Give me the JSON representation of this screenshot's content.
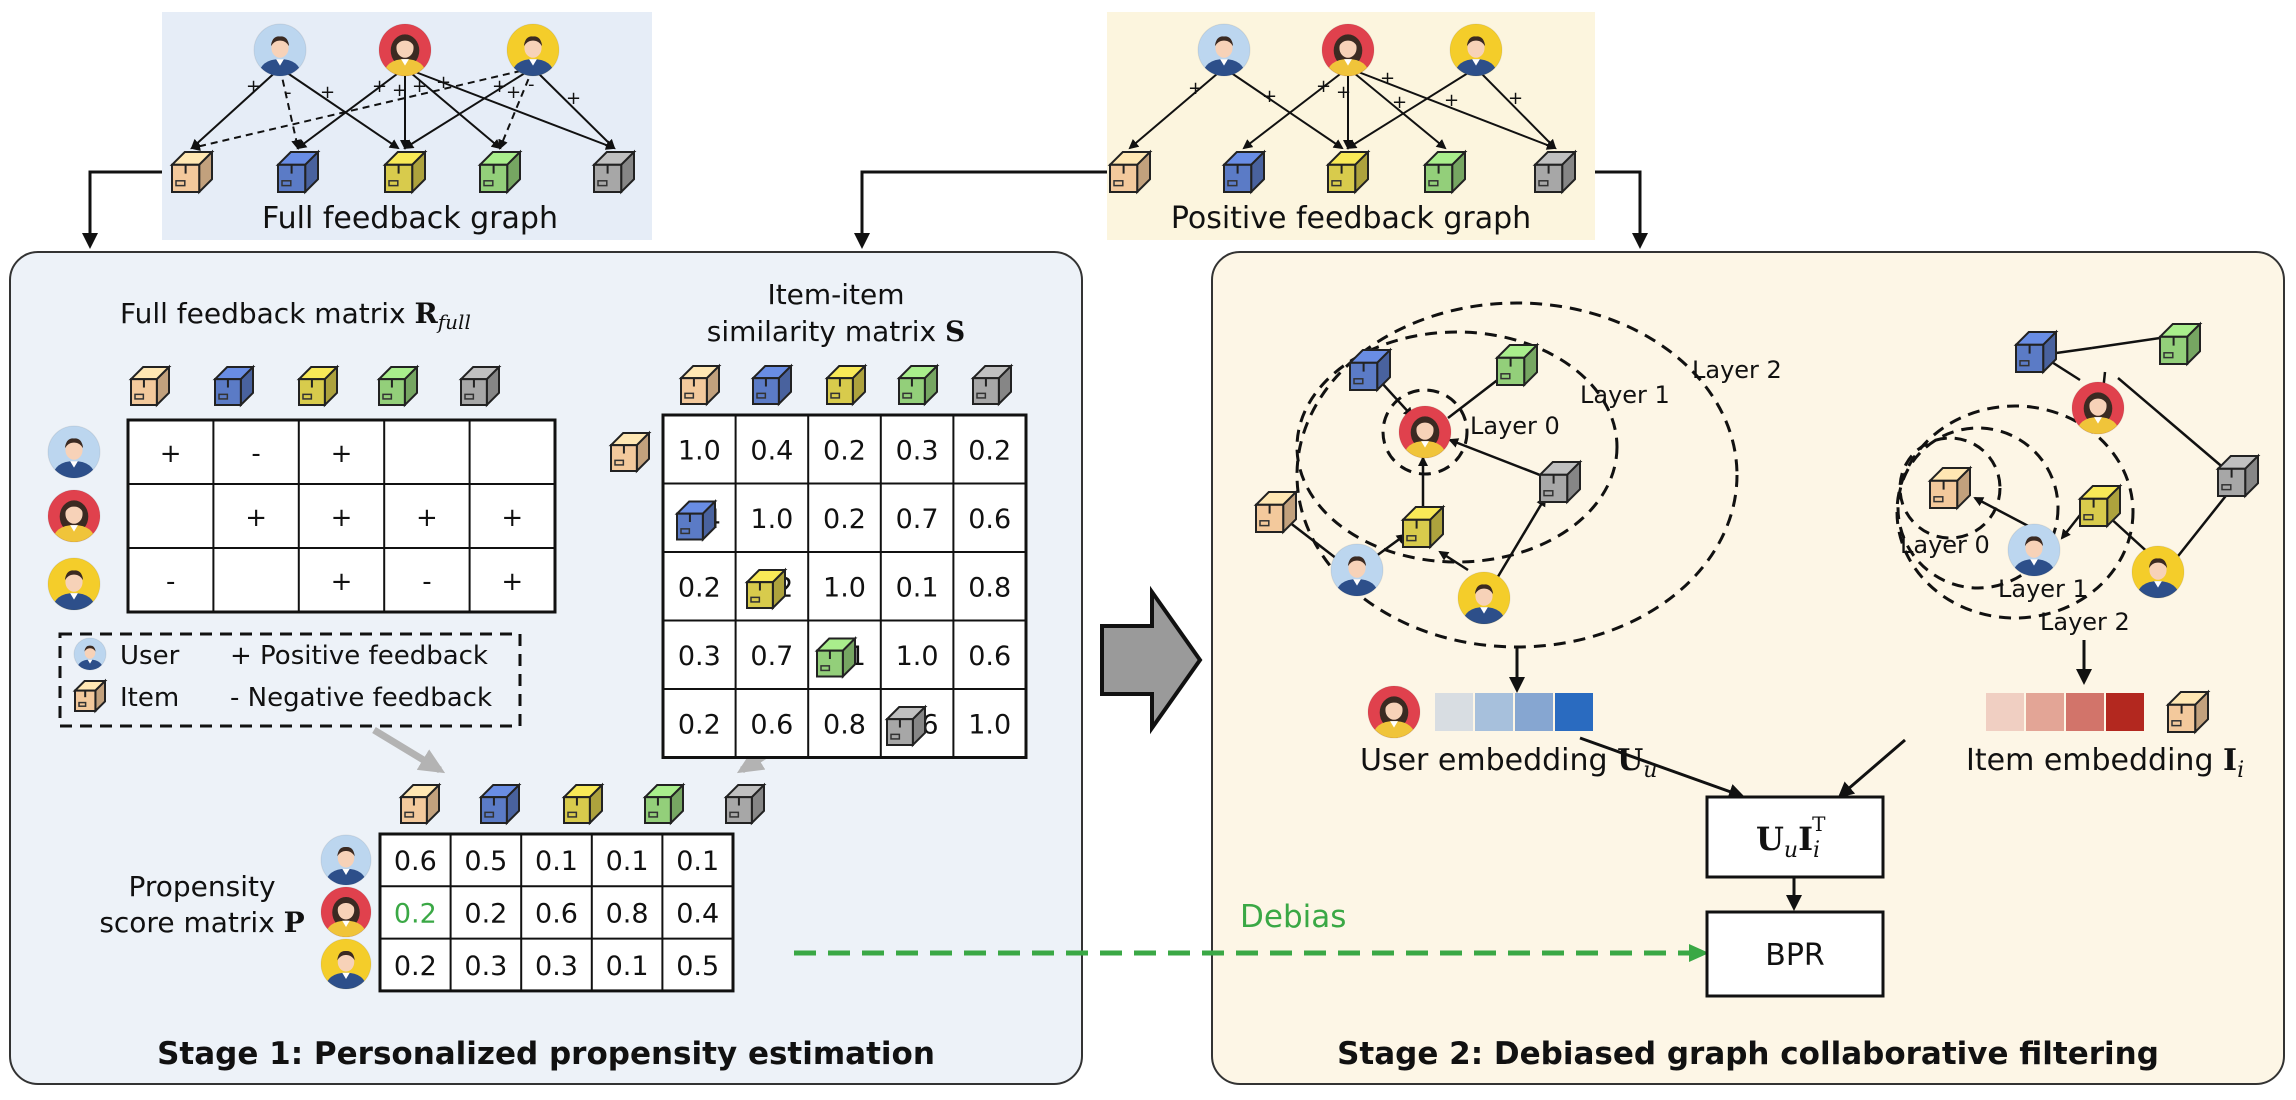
{
  "full_graph": {
    "title": "Full feedback graph"
  },
  "positive_graph": {
    "title": "Positive feedback graph"
  },
  "stage1": {
    "title": "Stage 1: Personalized propensity estimation",
    "full_matrix": {
      "title_prefix": "Full feedback matrix ",
      "title_symbol": "R",
      "title_sub": "full",
      "rows": [
        [
          "+",
          "-",
          "+",
          "",
          ""
        ],
        [
          "",
          "+",
          "+",
          "+",
          "+"
        ],
        [
          "-",
          "",
          "+",
          "-",
          "+"
        ]
      ]
    },
    "similarity": {
      "title_line1": "Item-item",
      "title_line2_prefix": "similarity matrix ",
      "title_symbol": "S",
      "rows": [
        [
          "1.0",
          "0.4",
          "0.2",
          "0.3",
          "0.2"
        ],
        [
          "0.4",
          "1.0",
          "0.2",
          "0.7",
          "0.6"
        ],
        [
          "0.2",
          "0.2",
          "1.0",
          "0.1",
          "0.8"
        ],
        [
          "0.3",
          "0.7",
          "0.1",
          "1.0",
          "0.6"
        ],
        [
          "0.2",
          "0.6",
          "0.8",
          "0.6",
          "1.0"
        ]
      ]
    },
    "propensity": {
      "title_line1": "Propensity",
      "title_line2_prefix": "score matrix ",
      "title_symbol": "P",
      "rows": [
        [
          "0.6",
          "0.5",
          "0.1",
          "0.1",
          "0.1"
        ],
        [
          "0.2",
          "0.2",
          "0.6",
          "0.8",
          "0.4"
        ],
        [
          "0.2",
          "0.3",
          "0.3",
          "0.1",
          "0.5"
        ]
      ],
      "highlight_color": "#3aa845"
    },
    "legend": {
      "user": "User",
      "item": "Item",
      "positive": "+ Positive feedback",
      "negative": "-  Negative feedback"
    }
  },
  "stage2": {
    "title": "Stage 2: Debiased graph collaborative filtering",
    "layer0": "Layer 0",
    "layer1": "Layer 1",
    "layer2": "Layer 2",
    "user_embedding": {
      "text": "User embedding ",
      "symbol": "U",
      "sub": "u"
    },
    "item_embedding": {
      "text": "Item embedding ",
      "symbol": "I",
      "sub": "i"
    },
    "product": {
      "u": "U",
      "u_sub": "u",
      "i": "I",
      "i_sub": "i",
      "i_sup": "T"
    },
    "bpr": "BPR"
  },
  "debias": {
    "label": "Debias",
    "color": "#3aa845"
  },
  "colors": {
    "stage1_bg": "#edf2f8",
    "stage2_bg": "#fdf6e6",
    "full_graph_bg": "#e6edf7",
    "positive_graph_bg": "#fcf5de",
    "item_orange": "#f3c99c",
    "item_blue": "#5b7bc6",
    "item_yellow": "#d8cb4c",
    "item_green": "#93cf7a",
    "item_gray": "#a7a7a7",
    "user_blue_bg": "#bcd6ef",
    "user_red_bg": "#e0414d",
    "user_yellow_bg": "#f4cd2a",
    "user_emb": [
      "#d8dde2",
      "#a7c0dc",
      "#86a6d1",
      "#2a6bc0"
    ],
    "item_emb": [
      "#f0cfc2",
      "#e3a596",
      "#d2746a",
      "#b3281f"
    ]
  }
}
